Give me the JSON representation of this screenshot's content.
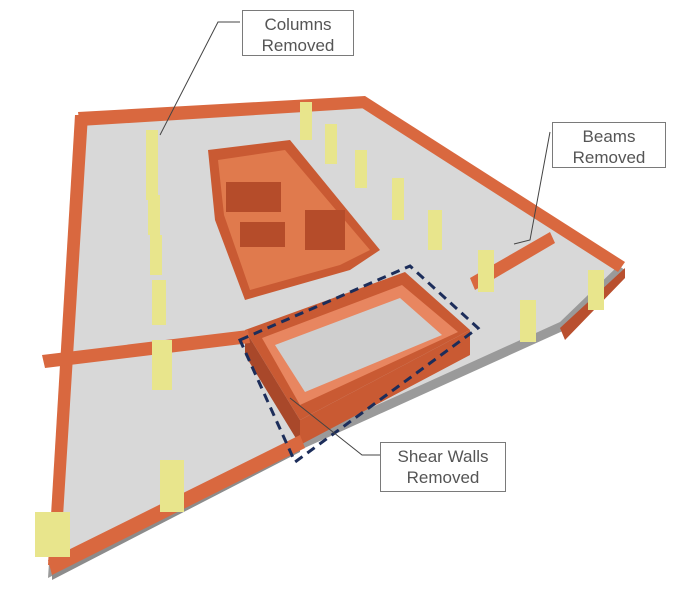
{
  "callouts": {
    "columns": {
      "line1": "Columns",
      "line2": "Removed"
    },
    "beams": {
      "line1": "Beams",
      "line2": "Removed"
    },
    "shear_walls": {
      "line1": "Shear Walls",
      "line2": "Removed"
    }
  },
  "colors": {
    "beam": "#d9683f",
    "beam_dark": "#a9482a",
    "column": "#e8e58c",
    "column_dark": "#b9b45e",
    "slab": "#d8d8d8",
    "slab_edge": "#9a9a9a",
    "dashed_outline": "#1c2d5a"
  }
}
